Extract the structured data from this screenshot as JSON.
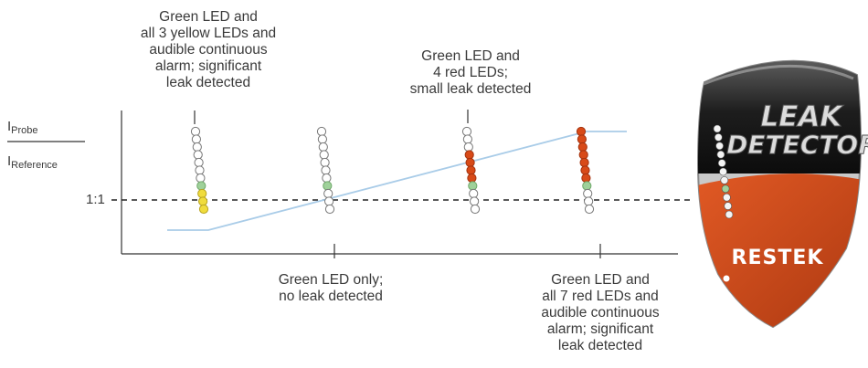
{
  "annotations": {
    "yellow_leds": [
      "Green LED and",
      "all 3 yellow LEDs and",
      "audible continuous",
      "alarm; significant",
      "leak detected"
    ],
    "red_4_leds": [
      "Green LED and",
      "4 red LEDs;",
      "small leak detected"
    ],
    "green_only": [
      "Green LED only;",
      "no leak detected"
    ],
    "red_7_leds": [
      "Green LED and",
      "all 7 red LEDs and",
      "audible continuous",
      "alarm; significant",
      "leak detected"
    ]
  },
  "axis": {
    "numerator_main": "I",
    "numerator_sub": "Probe",
    "denominator_main": "I",
    "denominator_sub": "Reference",
    "reference_ratio": "1:1"
  },
  "badge": {
    "title_line1": "LEAK",
    "title_line2": "DETECTOR",
    "brand": "RESTEK"
  },
  "colors": {
    "green_led": "#9fd19a",
    "yellow_led": "#f0dc3c",
    "red_led": "#d84a18",
    "off_led": "#ffffff",
    "trend_line": "#a9cce8",
    "badge_red": "#c8471a"
  }
}
